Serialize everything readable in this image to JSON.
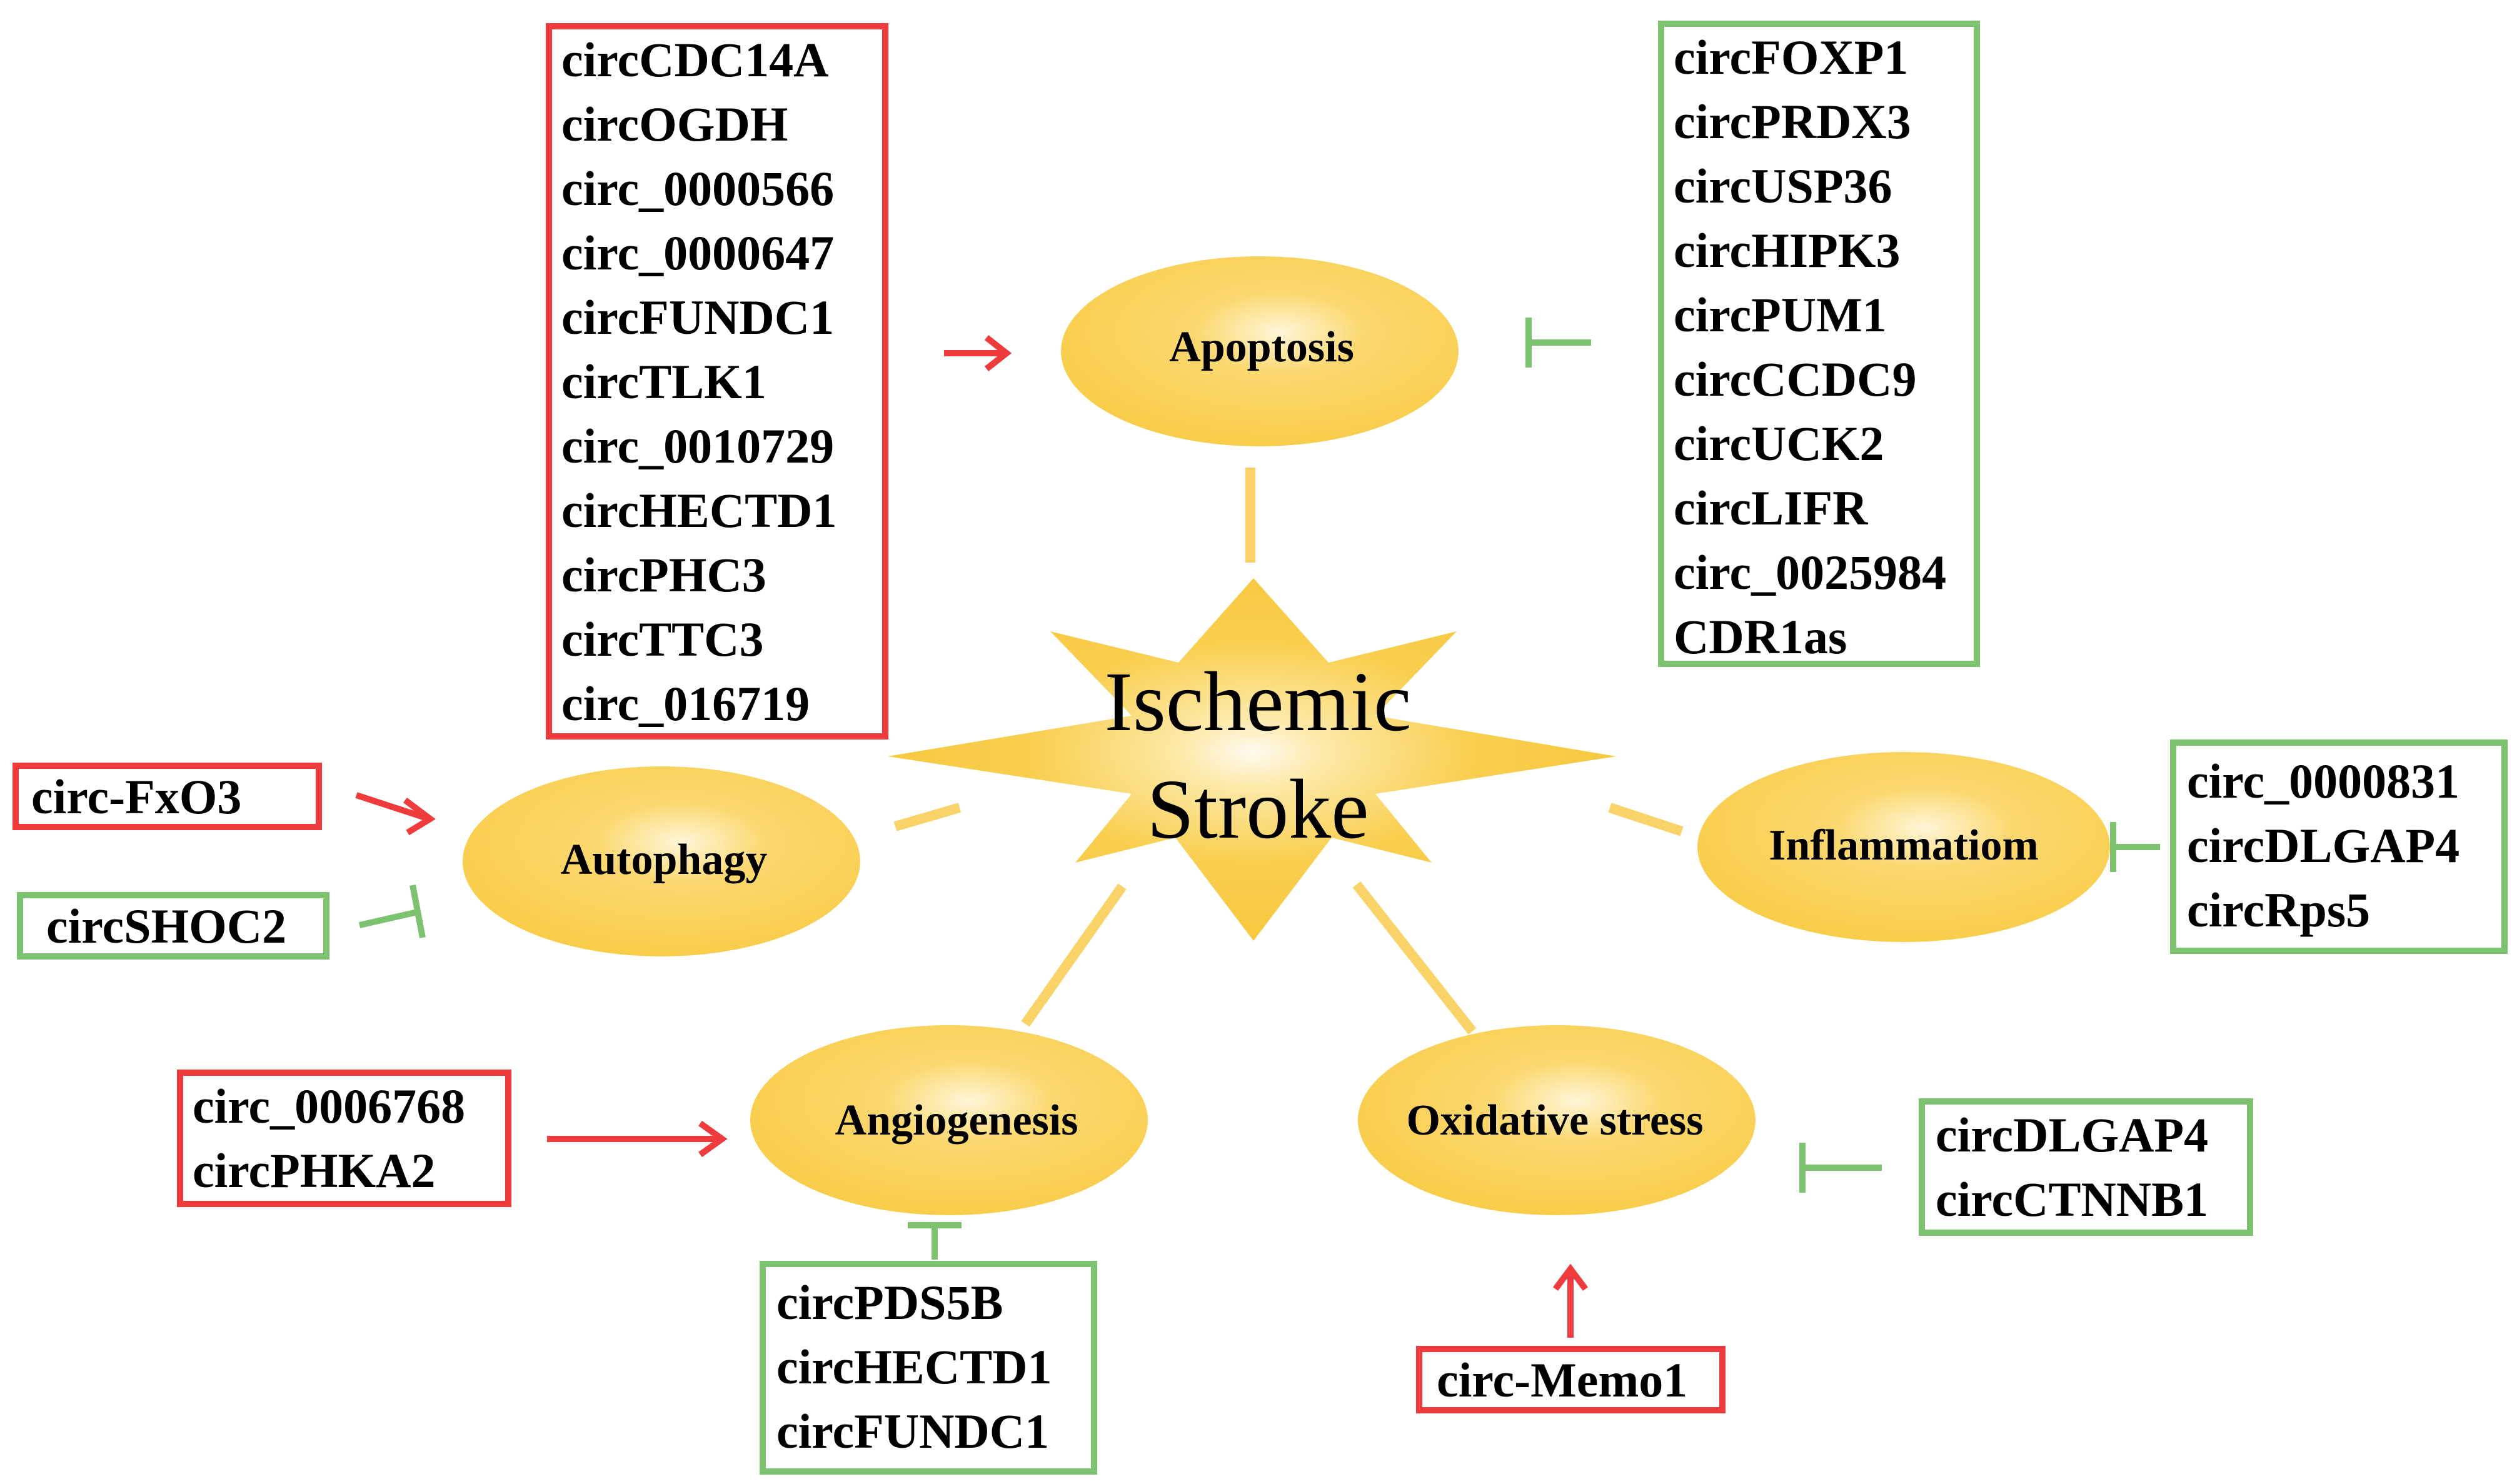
{
  "colors": {
    "promote": "#ef3b3b",
    "inhibit": "#7dc36f",
    "node_fill": "#f9cf4f",
    "node_highlight": "#fff6d8",
    "connector": "#f9d268",
    "text": "#000000"
  },
  "center": {
    "line1": "Ischemic",
    "line2": "Stroke"
  },
  "nodes": {
    "apoptosis": "Apoptosis",
    "autophagy": "Autophagy",
    "inflammation": "Inflammatiom",
    "angiogenesis": "Angiogenesis",
    "oxidative": "Oxidative stress"
  },
  "boxes": {
    "apoptosis_promote": {
      "effect": "promote",
      "items": [
        "circCDC14A",
        "circOGDH",
        "circ_0000566",
        "circ_0000647",
        "circFUNDC1",
        "circTLK1",
        "circ_0010729",
        "circHECTD1",
        "circPHC3",
        "circTTC3",
        "circ_016719"
      ]
    },
    "apoptosis_inhibit": {
      "effect": "inhibit",
      "items": [
        "circFOXP1",
        "circPRDX3",
        "circUSP36",
        "circHIPK3",
        "circPUM1",
        "circCCDC9",
        "circUCK2",
        "circLIFR",
        "circ_0025984",
        "CDR1as"
      ]
    },
    "autophagy_promote": {
      "effect": "promote",
      "items": [
        "circ-FxO3"
      ]
    },
    "autophagy_inhibit": {
      "effect": "inhibit",
      "items": [
        "circSHOC2"
      ]
    },
    "inflammation_inhibit": {
      "effect": "inhibit",
      "items": [
        "circ_0000831",
        "circDLGAP4",
        "circRps5"
      ]
    },
    "angiogenesis_promote": {
      "effect": "promote",
      "items": [
        "circ_0006768",
        "circPHKA2"
      ]
    },
    "angiogenesis_inhibit": {
      "effect": "inhibit",
      "items": [
        "circPDS5B",
        "circHECTD1",
        "circFUNDC1"
      ]
    },
    "oxidative_inhibit": {
      "effect": "inhibit",
      "items": [
        "circDLGAP4",
        "circCTNNB1"
      ]
    },
    "oxidative_promote": {
      "effect": "promote",
      "items": [
        "circ-Memo1"
      ]
    }
  }
}
